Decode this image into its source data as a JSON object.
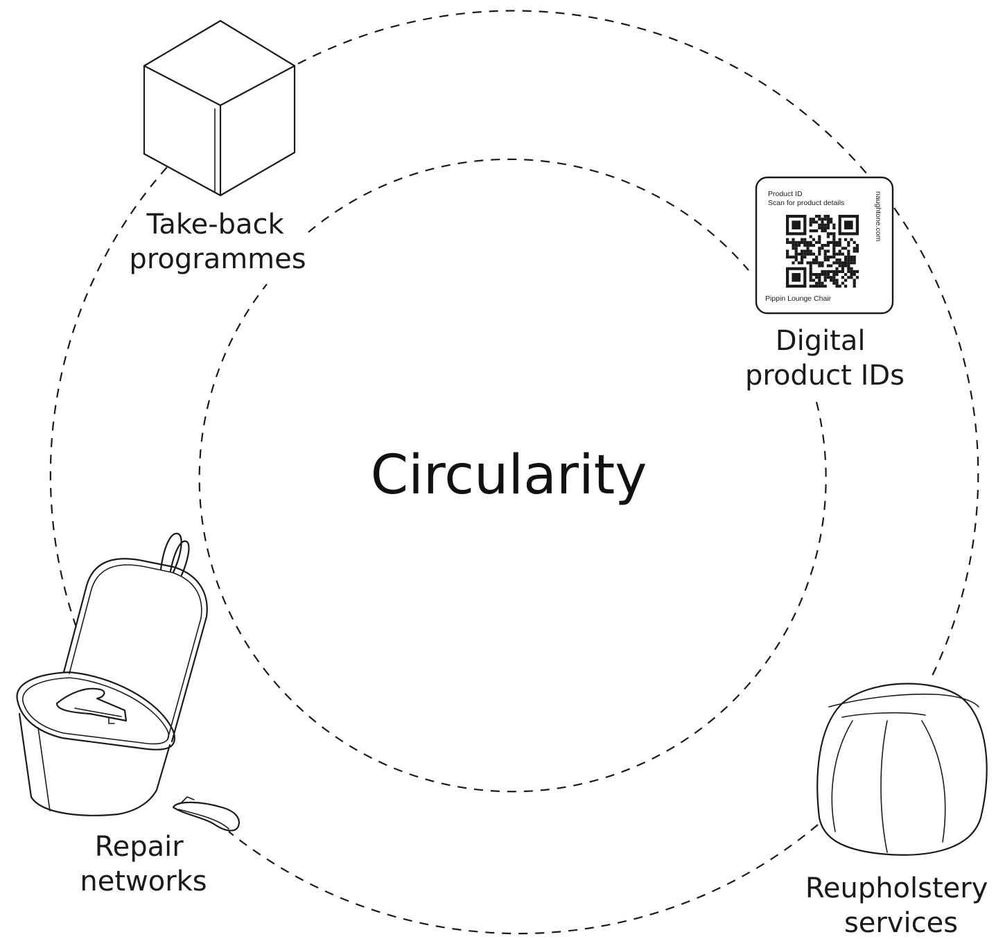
{
  "center": {
    "title": "Circularity"
  },
  "nodes": {
    "take_back": {
      "lines": [
        "Take-back",
        "programmes"
      ],
      "icon": "cube-icon"
    },
    "digital_ids": {
      "lines": [
        "Digital",
        "product IDs"
      ],
      "icon": "qr-tag-icon"
    },
    "repair": {
      "lines": [
        "Repair",
        "networks"
      ],
      "icon": "lounge-chair-icon"
    },
    "reupholstery": {
      "lines": [
        "Reupholstery",
        "services"
      ],
      "icon": "pouf-icon"
    }
  },
  "product_tag": {
    "heading": "Product ID",
    "subheading": "Scan for product details",
    "side_text": "naughtone.com",
    "footer": "Pippin Lounge Chair"
  },
  "colors": {
    "ink": "#1a1a1a",
    "background": "#ffffff"
  }
}
